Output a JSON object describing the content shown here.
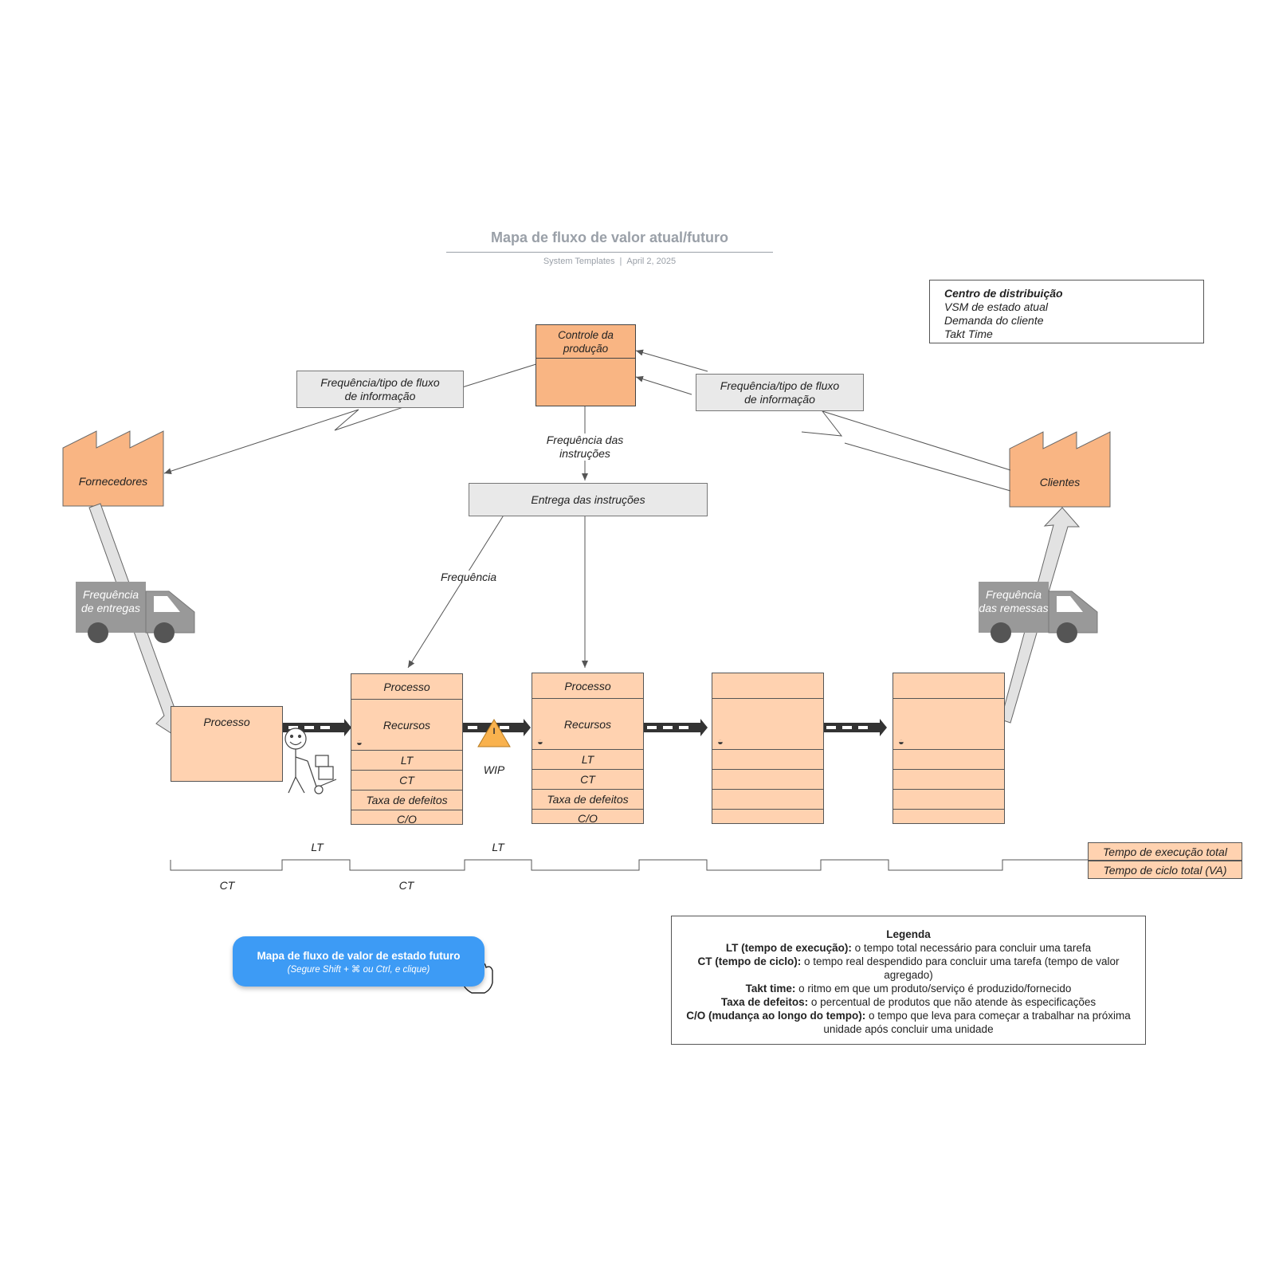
{
  "header": {
    "title": "Mapa de fluxo de valor atual/futuro",
    "source": "System Templates",
    "date": "April 2, 2025"
  },
  "info_box": {
    "heading": "Centro de distribuição",
    "lines": [
      "VSM de estado atual",
      "Demanda do cliente",
      "Takt Time"
    ]
  },
  "production_control": {
    "label": "Controle da produção"
  },
  "info_flow_left": {
    "label": "Frequência/tipo de fluxo de informação"
  },
  "info_flow_right": {
    "label": "Frequência/tipo de fluxo de informação"
  },
  "instruction_frequency": {
    "label": "Frequência das instruções"
  },
  "instruction_delivery": {
    "label": "Entrega das instruções"
  },
  "frequency_label": "Frequência",
  "supplier": {
    "label": "Fornecedores"
  },
  "customer": {
    "label": "Clientes"
  },
  "truck_left": {
    "label": "Frequência de entregas"
  },
  "truck_right": {
    "label": "Frequência das remessas"
  },
  "process_first": {
    "label": "Processo"
  },
  "process_boxes": [
    {
      "title": "Processo",
      "resources": "Recursos",
      "lt": "LT",
      "ct": "CT",
      "defects": "Taxa de defeitos",
      "co": "C/O"
    },
    {
      "title": "Processo",
      "resources": "Recursos",
      "lt": "LT",
      "ct": "CT",
      "defects": "Taxa de defeitos",
      "co": "C/O"
    },
    {
      "title": "",
      "resources": "",
      "lt": "",
      "ct": "",
      "defects": "",
      "co": ""
    },
    {
      "title": "",
      "resources": "",
      "lt": "",
      "ct": "",
      "defects": "",
      "co": ""
    }
  ],
  "wip": {
    "symbol": "I",
    "label": "WIP"
  },
  "timeline": {
    "lt_labels": [
      "LT",
      "LT"
    ],
    "ct_labels": [
      "CT",
      "CT"
    ]
  },
  "totals": {
    "lead_time": "Tempo de execução total",
    "cycle_time": "Tempo de ciclo total (VA)"
  },
  "future_button": {
    "label": "Mapa de fluxo de valor de estado futuro",
    "hint": "(Segure Shift + ⌘ ou Ctrl, e clique)"
  },
  "legend": {
    "title": "Legenda",
    "items": [
      {
        "term": "LT (tempo de execução):",
        "text": " o tempo total necessário para concluir uma tarefa"
      },
      {
        "term": "CT (tempo de ciclo):",
        "text": " o tempo real despendido para concluir uma tarefa (tempo de valor agregado)"
      },
      {
        "term": "Takt time:",
        "text": " o ritmo em que um produto/serviço é produzido/fornecido"
      },
      {
        "term": "Taxa de defeitos:",
        "text": " o percentual de produtos que não atende às especificações"
      },
      {
        "term": "C/O (mudança ao longo do tempo):",
        "text": " o tempo que leva para começar a trabalhar na próxima unidade após concluir uma unidade"
      }
    ]
  },
  "colors": {
    "factory": "#f9b583",
    "process": "#ffd2b0",
    "info_box": "#e9e9e9",
    "truck": "#999999",
    "button": "#3d9bf5",
    "title": "#9aa0a8"
  }
}
